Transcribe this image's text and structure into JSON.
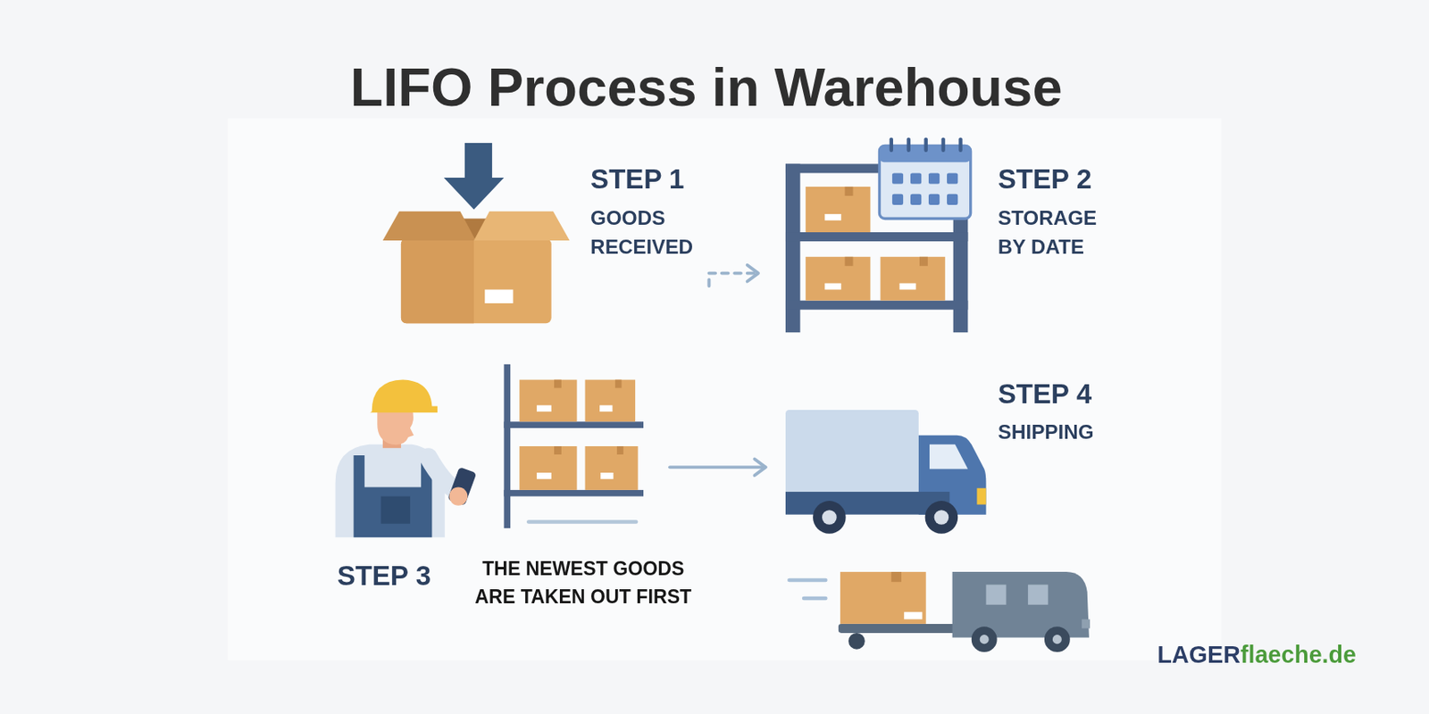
{
  "diagram": {
    "title": "LIFO Process in Warehouse",
    "nodes": [
      {
        "text": [
          "STEP 1",
          "GOODS RECEIVED"
        ]
      },
      {
        "text": [
          "STEP 2",
          "STORAGE BY DATE"
        ]
      },
      {
        "text": [
          "STEP 3",
          "THE NEWEST GOODS ARE TAKEN OUT FIRST"
        ]
      },
      {
        "text": [
          "STEP 4",
          "SHIPPING"
        ]
      }
    ],
    "edges": [
      {
        "from": 0,
        "to": 1,
        "arrow": "to"
      },
      {
        "from": 2,
        "to": 3,
        "arrow": "to"
      }
    ],
    "labels": [
      "LAGERflaeche.de"
    ]
  }
}
